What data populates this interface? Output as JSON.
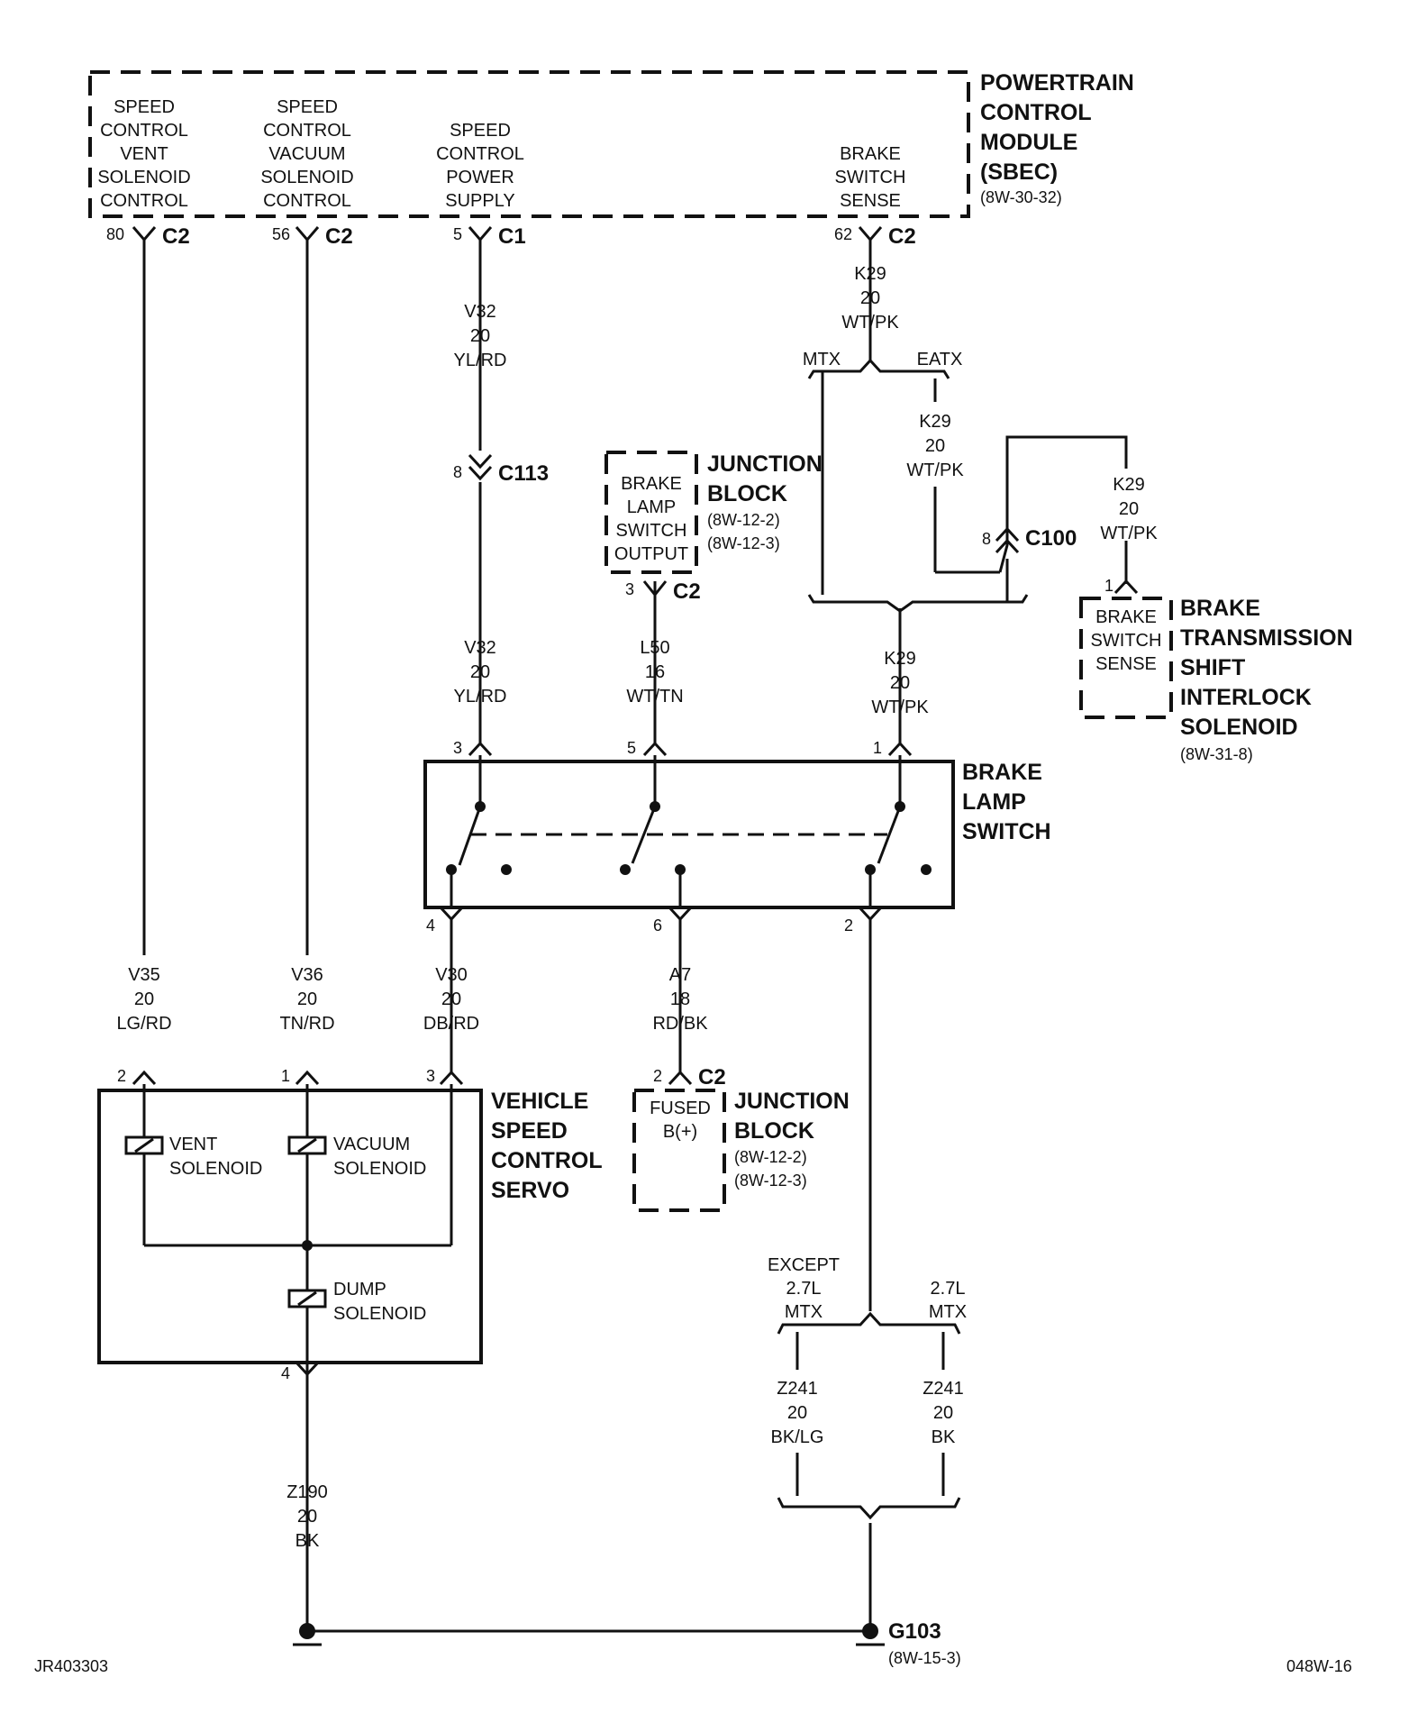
{
  "pcm": {
    "name_lines": [
      "POWERTRAIN",
      "CONTROL",
      "MODULE",
      "(SBEC)"
    ],
    "ref": "(8W-30-32)",
    "circuits": [
      {
        "lines": [
          "SPEED",
          "CONTROL",
          "VENT",
          "SOLENOID",
          "CONTROL"
        ],
        "pin": "80",
        "conn": "C2"
      },
      {
        "lines": [
          "SPEED",
          "CONTROL",
          "VACUUM",
          "SOLENOID",
          "CONTROL"
        ],
        "pin": "56",
        "conn": "C2"
      },
      {
        "lines": [
          "SPEED",
          "CONTROL",
          "POWER",
          "SUPPLY"
        ],
        "pin": "5",
        "conn": "C1"
      },
      {
        "lines": [
          "BRAKE",
          "SWITCH",
          "SENSE"
        ],
        "pin": "62",
        "conn": "C2"
      }
    ]
  },
  "wires": {
    "v32_top": [
      "V32",
      "20",
      "YL/RD"
    ],
    "v32_bot": [
      "V32",
      "20",
      "YL/RD"
    ],
    "k29_top": [
      "K29",
      "20",
      "WT/PK"
    ],
    "k29_eatx": [
      "K29",
      "20",
      "WT/PK"
    ],
    "k29_right": [
      "K29",
      "20",
      "WT/PK"
    ],
    "k29_bot": [
      "K29",
      "20",
      "WT/PK"
    ],
    "l50": [
      "L50",
      "16",
      "WT/TN"
    ],
    "v35": [
      "V35",
      "20",
      "LG/RD"
    ],
    "v36": [
      "V36",
      "20",
      "TN/RD"
    ],
    "v30": [
      "V30",
      "20",
      "DB/RD"
    ],
    "a7": [
      "A7",
      "18",
      "RD/BK"
    ],
    "z190": [
      "Z190",
      "20",
      "BK"
    ],
    "z241_left": [
      "Z241",
      "20",
      "BK/LG"
    ],
    "z241_right": [
      "Z241",
      "20",
      "BK"
    ]
  },
  "splices": {
    "mtx": "MTX",
    "eatx": "EATX",
    "except_lines": [
      "EXCEPT",
      "2.7L",
      "MTX"
    ],
    "only_lines": [
      "2.7L",
      "MTX"
    ]
  },
  "connectors": {
    "c113": {
      "pin": "8",
      "name": "C113"
    },
    "c100": {
      "pin": "8",
      "name": "C100"
    }
  },
  "junction_block_top": {
    "inner_lines": [
      "BRAKE",
      "LAMP",
      "SWITCH",
      "OUTPUT"
    ],
    "name_lines": [
      "JUNCTION",
      "BLOCK"
    ],
    "refs": [
      "(8W-12-2)",
      "(8W-12-3)"
    ],
    "pin": "3",
    "conn": "C2"
  },
  "junction_block_bottom": {
    "inner_lines": [
      "FUSED",
      "B(+)"
    ],
    "name_lines": [
      "JUNCTION",
      "BLOCK"
    ],
    "refs": [
      "(8W-12-2)",
      "(8W-12-3)"
    ],
    "pin": "2",
    "conn": "C2"
  },
  "brake_shift_interlock": {
    "inner_lines": [
      "BRAKE",
      "SWITCH",
      "SENSE"
    ],
    "name_lines": [
      "BRAKE",
      "TRANSMISSION",
      "SHIFT",
      "INTERLOCK",
      "SOLENOID"
    ],
    "ref": "(8W-31-8)",
    "pin": "1"
  },
  "brake_lamp_switch": {
    "name_lines": [
      "BRAKE",
      "LAMP",
      "SWITCH"
    ],
    "pins": {
      "in1": "3",
      "in2": "5",
      "in3": "1",
      "out1": "4",
      "out2": "6",
      "out3": "2"
    }
  },
  "servo": {
    "name_lines": [
      "VEHICLE",
      "SPEED",
      "CONTROL",
      "SERVO"
    ],
    "pins": {
      "p2": "2",
      "p1": "1",
      "p3": "3",
      "p4": "4"
    },
    "vent": [
      "VENT",
      "SOLENOID"
    ],
    "vacuum": [
      "VACUUM",
      "SOLENOID"
    ],
    "dump": [
      "DUMP",
      "SOLENOID"
    ]
  },
  "ground": {
    "name": "G103",
    "ref": "(8W-15-3)"
  },
  "footer": {
    "left": "JR403303",
    "right": "048W-16"
  }
}
